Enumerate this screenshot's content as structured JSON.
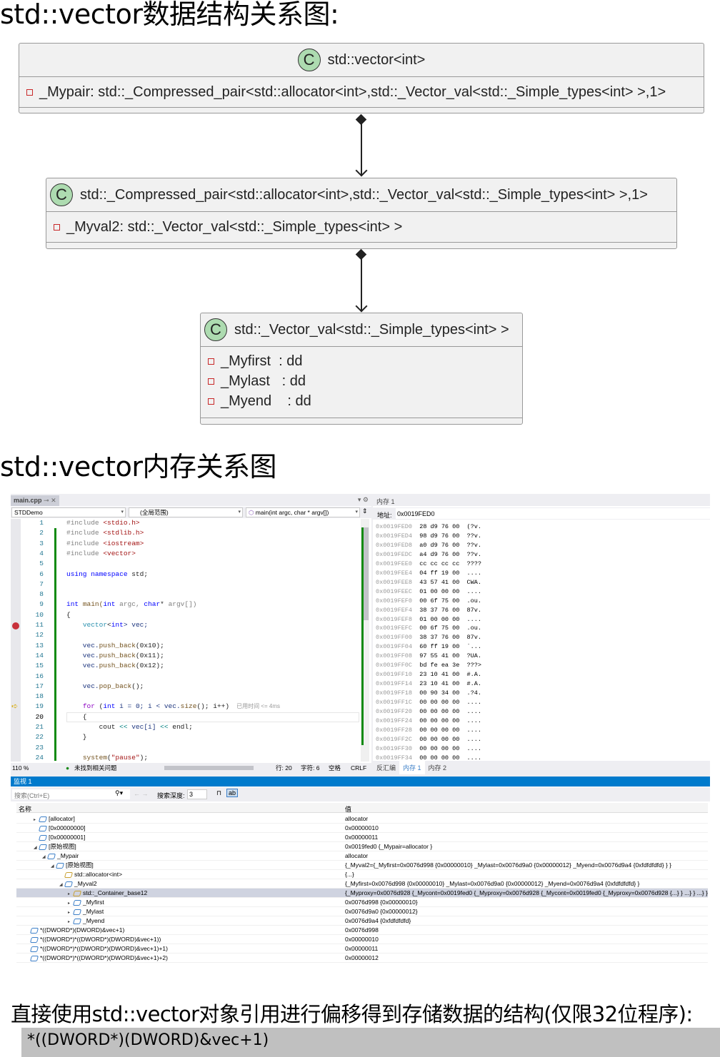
{
  "headings": {
    "diagram": "std::vector数据结构关系图:",
    "memory": "std::vector内存关系图",
    "offset": "直接使用std::vector对象引用进行偏移得到存储数据的结构(仅限32位程序):"
  },
  "uml": {
    "vector": {
      "icon": "C",
      "name": "std::vector<int>",
      "attrs": [
        "_Mypair: std::_Compressed_pair<std::allocator<int>,std::_Vector_val<std::_Simple_types<int> >,1>"
      ]
    },
    "pair": {
      "icon": "C",
      "name": "std::_Compressed_pair<std::allocator<int>,std::_Vector_val<std::_Simple_types<int> >,1>",
      "attrs": [
        "_Myval2: std::_Vector_val<std::_Simple_types<int> >"
      ]
    },
    "val": {
      "icon": "C",
      "name": "std::_Vector_val<std::_Simple_types<int> >",
      "attrs": [
        "_Myfirst  : dd",
        "_Mylast   : dd",
        "_Myend    : dd"
      ]
    }
  },
  "editor": {
    "tab": "main.cpp",
    "project": "STDDemo",
    "scope": "(全局范围)",
    "function": "main(int argc, char * argv[])",
    "elapsed": "已用时间 <= 4ms",
    "zoom": "110 %",
    "issues": "未找到相关问题",
    "line": "行: 20",
    "char": "字符: 6",
    "space": "空格",
    "eol": "CRLF",
    "breakpoint_line": 11,
    "current_line": 19,
    "lines": [
      [
        [
          "#include ",
          "pp"
        ],
        [
          "<stdio.h>",
          "str"
        ]
      ],
      [
        [
          "#include ",
          "pp"
        ],
        [
          "<stdlib.h>",
          "str"
        ]
      ],
      [
        [
          "#include ",
          "pp"
        ],
        [
          "<iostream>",
          "str"
        ]
      ],
      [
        [
          "#include ",
          "pp"
        ],
        [
          "<vector>",
          "str"
        ]
      ],
      [],
      [
        [
          "using namespace ",
          "kw"
        ],
        [
          "std;",
          ""
        ]
      ],
      [],
      [],
      [
        [
          "int ",
          "kw"
        ],
        [
          "main(",
          "fn"
        ],
        [
          "int ",
          "kw"
        ],
        [
          "argc, ",
          "par"
        ],
        [
          "char",
          "kw"
        ],
        [
          "* ",
          ""
        ],
        [
          "argv[])",
          "par"
        ]
      ],
      [
        [
          "{",
          ""
        ]
      ],
      [
        [
          "    ",
          ""
        ],
        [
          "vector",
          "ty"
        ],
        [
          "<",
          ""
        ],
        [
          "int",
          "kw"
        ],
        [
          "> vec;",
          "id"
        ]
      ],
      [],
      [
        [
          "    vec.",
          "id"
        ],
        [
          "push_back",
          "fn"
        ],
        [
          "(0x10);",
          ""
        ]
      ],
      [
        [
          "    vec.",
          "id"
        ],
        [
          "push_back",
          "fn"
        ],
        [
          "(0x11);",
          ""
        ]
      ],
      [
        [
          "    vec.",
          "id"
        ],
        [
          "push_back",
          "fn"
        ],
        [
          "(0x12);",
          ""
        ]
      ],
      [],
      [
        [
          "    vec.",
          "id"
        ],
        [
          "pop_back",
          "fn"
        ],
        [
          "();",
          ""
        ]
      ],
      [],
      [
        [
          "    ",
          ""
        ],
        [
          "for ",
          "ctl"
        ],
        [
          "(",
          ""
        ],
        [
          "int ",
          "kw"
        ],
        [
          "i = 0; i < vec.",
          "id"
        ],
        [
          "size",
          "fn"
        ],
        [
          "(); i++)",
          ""
        ]
      ],
      [
        [
          "    {",
          ""
        ]
      ],
      [
        [
          "        cout ",
          ""
        ],
        [
          "<< ",
          "op"
        ],
        [
          "vec[i] ",
          "id"
        ],
        [
          "<< ",
          "op"
        ],
        [
          "endl;",
          ""
        ]
      ],
      [
        [
          "    }",
          ""
        ]
      ],
      [],
      [
        [
          "    ",
          ""
        ],
        [
          "system",
          "fn"
        ],
        [
          "(",
          ""
        ],
        [
          "\"pause\"",
          "str"
        ],
        [
          ");",
          ""
        ]
      ]
    ]
  },
  "memory": {
    "title": "内存 1",
    "address_label": "地址:",
    "address": "0x0019FED0",
    "tabs": [
      "反汇编",
      "内存 1",
      "内存 2"
    ],
    "rows": [
      [
        "0x0019FED0",
        "28 d9 76 00",
        "(?v."
      ],
      [
        "0x0019FED4",
        "98 d9 76 00",
        "??v."
      ],
      [
        "0x0019FED8",
        "a0 d9 76 00",
        "??v."
      ],
      [
        "0x0019FEDC",
        "a4 d9 76 00",
        "??v."
      ],
      [
        "0x0019FEE0",
        "cc cc cc cc",
        "????"
      ],
      [
        "0x0019FEE4",
        "04 ff 19 00",
        "...."
      ],
      [
        "0x0019FEE8",
        "43 57 41 00",
        "CWA."
      ],
      [
        "0x0019FEEC",
        "01 00 00 00",
        "...."
      ],
      [
        "0x0019FEF0",
        "00 6f 75 00",
        ".ou."
      ],
      [
        "0x0019FEF4",
        "38 37 76 00",
        "87v."
      ],
      [
        "0x0019FEF8",
        "01 00 00 00",
        "...."
      ],
      [
        "0x0019FEFC",
        "00 6f 75 00",
        ".ou."
      ],
      [
        "0x0019FF00",
        "38 37 76 00",
        "87v."
      ],
      [
        "0x0019FF04",
        "60 ff 19 00",
        "`..."
      ],
      [
        "0x0019FF08",
        "97 55 41 00",
        "?UA."
      ],
      [
        "0x0019FF0C",
        "bd fe ea 3e",
        "???>"
      ],
      [
        "0x0019FF10",
        "23 10 41 00",
        "#.A."
      ],
      [
        "0x0019FF14",
        "23 10 41 00",
        "#.A."
      ],
      [
        "0x0019FF18",
        "00 90 34 00",
        ".?4."
      ],
      [
        "0x0019FF1C",
        "00 00 00 00",
        "...."
      ],
      [
        "0x0019FF20",
        "00 00 00 00",
        "...."
      ],
      [
        "0x0019FF24",
        "00 00 00 00",
        "...."
      ],
      [
        "0x0019FF28",
        "00 00 00 00",
        "...."
      ],
      [
        "0x0019FF2C",
        "00 00 00 00",
        "...."
      ],
      [
        "0x0019FF30",
        "00 00 00 00",
        "...."
      ],
      [
        "0x0019FF34",
        "00 00 00 00",
        "...."
      ]
    ]
  },
  "watch": {
    "title": "监视 1",
    "search_placeholder": "搜索(Ctrl+E)",
    "depth_label": "搜索深度:",
    "depth": "3",
    "col_name": "名称",
    "col_value": "值",
    "rows": [
      {
        "depth": 1,
        "exp": "▸",
        "icon": "field",
        "name": "[allocator]",
        "value": "allocator"
      },
      {
        "depth": 1,
        "exp": "",
        "icon": "field",
        "name": "[0x00000000]",
        "value": "0x00000010"
      },
      {
        "depth": 1,
        "exp": "",
        "icon": "field",
        "name": "[0x00000001]",
        "value": "0x00000011"
      },
      {
        "depth": 1,
        "exp": "◢",
        "icon": "field",
        "name": "[原始视图]",
        "value": "0x0019fed0 {_Mypair=allocator }"
      },
      {
        "depth": 2,
        "exp": "◢",
        "icon": "field",
        "name": "_Mypair",
        "value": "allocator"
      },
      {
        "depth": 3,
        "exp": "◢",
        "icon": "field",
        "name": "[原始视图]",
        "value": "{_Myval2={_Myfirst=0x0076d998 {0x00000010} _Mylast=0x0076d9a0 {0x00000012} _Myend=0x0076d9a4 {0xfdfdfdfd} } }"
      },
      {
        "depth": 4,
        "exp": "",
        "icon": "base",
        "name": "std::allocator<int>",
        "value": "{...}"
      },
      {
        "depth": 4,
        "exp": "◢",
        "icon": "field",
        "name": "_Myval2",
        "value": "{_Myfirst=0x0076d998 {0x00000010} _Mylast=0x0076d9a0 {0x00000012} _Myend=0x0076d9a4 {0xfdfdfdfd} }"
      },
      {
        "depth": 5,
        "exp": "▸",
        "icon": "base",
        "name": "std::_Container_base12",
        "value": "{_Myproxy=0x0076d928 {_Mycont=0x0019fed0 {_Myproxy=0x0076d928 {_Mycont=0x0019fed0 {_Myproxy=0x0076d928 {...} } ...} } ...} }",
        "selected": true
      },
      {
        "depth": 5,
        "exp": "▸",
        "icon": "field",
        "name": "_Myfirst",
        "value": "0x0076d998 {0x00000010}"
      },
      {
        "depth": 5,
        "exp": "▸",
        "icon": "field",
        "name": "_Mylast",
        "value": "0x0076d9a0 {0x00000012}"
      },
      {
        "depth": 5,
        "exp": "▸",
        "icon": "field",
        "name": "_Myend",
        "value": "0x0076d9a4 {0xfdfdfdfd}"
      },
      {
        "depth": 0,
        "exp": "",
        "icon": "field",
        "name": "*((DWORD*)(DWORD)&vec+1)",
        "value": "0x0076d998"
      },
      {
        "depth": 0,
        "exp": "",
        "icon": "field",
        "name": "*((DWORD*)*((DWORD*)(DWORD)&vec+1))",
        "value": "0x00000010"
      },
      {
        "depth": 0,
        "exp": "",
        "icon": "field",
        "name": "*((DWORD*)*((DWORD*)(DWORD)&vec+1)+1)",
        "value": "0x00000011"
      },
      {
        "depth": 0,
        "exp": "",
        "icon": "field",
        "name": "*((DWORD*)*((DWORD*)(DWORD)&vec+1)+2)",
        "value": "0x00000012"
      }
    ]
  },
  "code_box": "*((DWORD*)(DWORD)&vec+1)"
}
